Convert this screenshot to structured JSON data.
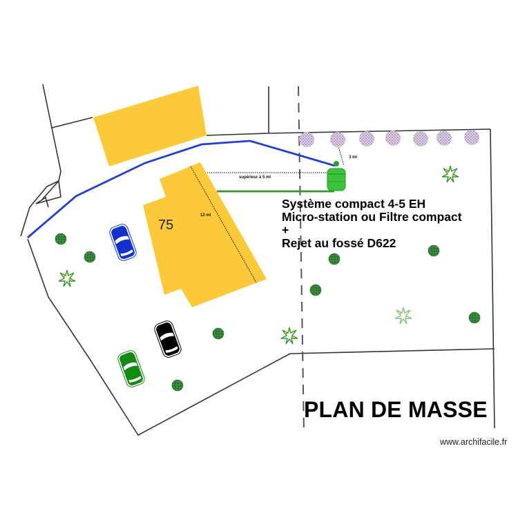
{
  "plan": {
    "title": "PLAN DE MASSE",
    "credit": "www.archifacile.fr",
    "lot_number": "75",
    "annotations": {
      "distance_to_boundary": "supérieur à 5 ml",
      "distance_to_trees": "3 ml",
      "building_width": "12 ml"
    },
    "system_note": {
      "line1": "Système compact 4-5 EH",
      "line2": "Micro-station ou Filtre compact",
      "line3": "+",
      "line4": "Rejet au fossé D622"
    },
    "colors": {
      "building": "#FCC93A",
      "pipe_blue": "#1E3FCF",
      "pipe_green": "#2E9A2E",
      "tank": "#3BC43B",
      "boundary": "#333333",
      "car_blue": "#1133CC",
      "car_black": "#000000",
      "car_green": "#138A13",
      "shrub": "#2C8A2C",
      "hedge_tree": "#C79BD6"
    },
    "vehicles": [
      {
        "color": "blue"
      },
      {
        "color": "black"
      },
      {
        "color": "green"
      }
    ]
  }
}
